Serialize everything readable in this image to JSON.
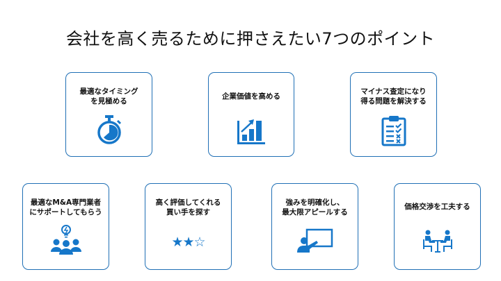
{
  "title": "会社を高く売るために押さえたい7つのポイント",
  "accent_color": "#1677c9",
  "border_color": "#1f6fb5",
  "points": [
    {
      "label_line1": "最適なタイミング",
      "label_line2": "を見極める",
      "icon": "stopwatch-icon"
    },
    {
      "label_line1": "企業価値を高める",
      "label_line2": "",
      "icon": "growth-chart-icon"
    },
    {
      "label_line1": "マイナス査定になり",
      "label_line2": "得る問題を解決する",
      "icon": "checklist-clipboard-icon"
    },
    {
      "label_line1": "最適なM&A専門業者",
      "label_line2": "にサポートしてもらう",
      "icon": "team-idea-icon"
    },
    {
      "label_line1": "高く評価してくれる",
      "label_line2": "買い手を探す",
      "icon": "star-rating-icon",
      "stars": "★★☆"
    },
    {
      "label_line1": "強みを明確化し、",
      "label_line2": "最大限アピールする",
      "icon": "presentation-icon"
    },
    {
      "label_line1": "価格交渉を工夫する",
      "label_line2": "",
      "icon": "negotiation-table-icon"
    }
  ]
}
